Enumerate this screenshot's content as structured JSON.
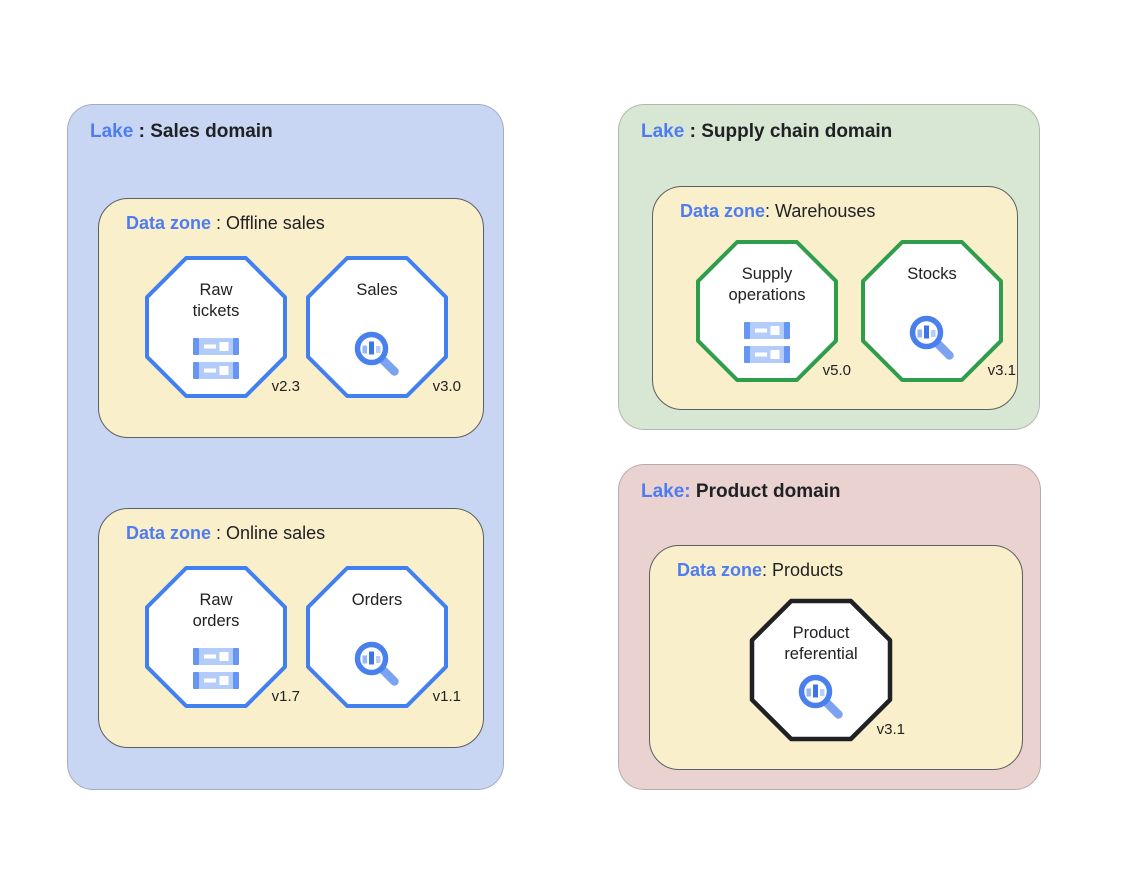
{
  "palette": {
    "accent_blue": "#4d7cf3",
    "text_dark": "#202124",
    "lake_blue_bg": "#c9d6f3",
    "lake_green_bg": "#d8e7d3",
    "lake_pink_bg": "#ead2d1",
    "zone_yellow_bg": "#faefcb",
    "zone_border": "#5c5f63",
    "octagon_blue": "#4280f0",
    "octagon_green": "#2f9e4c",
    "octagon_black": "#1f2125",
    "icon_light_blue": "#b3ccf9",
    "icon_mid_blue": "#6695f4",
    "icon_ring_blue": "#4a80ee",
    "icon_handle_blue": "#7ba3f2",
    "icon_bar_dark": "#3d74e8",
    "icon_bar_light": "#92b6f8",
    "icon_bar_lighter": "#b7cdfa"
  },
  "lakes": [
    {
      "title": {
        "prefix": "Lake",
        "sep": " : ",
        "domain": "Sales domain"
      },
      "zones": [
        {
          "title": {
            "prefix": "Data zone",
            "sep": " : ",
            "zone": "Offline sales"
          },
          "nodes": [
            {
              "line1": "Raw",
              "line2": "tickets",
              "version": "v2.3",
              "icon": "cloud-storage"
            },
            {
              "line1": "Sales",
              "line2": "",
              "version": "v3.0",
              "icon": "bigquery"
            }
          ]
        },
        {
          "title": {
            "prefix": "Data zone",
            "sep": " : ",
            "zone": "Online sales"
          },
          "nodes": [
            {
              "line1": "Raw",
              "line2": "orders",
              "version": "v1.7",
              "icon": "cloud-storage"
            },
            {
              "line1": "Orders",
              "line2": "",
              "version": "v1.1",
              "icon": "bigquery"
            }
          ]
        }
      ]
    },
    {
      "title": {
        "prefix": "Lake",
        "sep": " : ",
        "domain": "Supply chain domain"
      },
      "zones": [
        {
          "title": {
            "prefix": "Data zone",
            "sep": ": ",
            "zone": "Warehouses"
          },
          "nodes": [
            {
              "line1": "Supply",
              "line2": "operations",
              "version": "v5.0",
              "icon": "cloud-storage"
            },
            {
              "line1": "Stocks",
              "line2": "",
              "version": "v3.1",
              "icon": "bigquery"
            }
          ]
        }
      ]
    },
    {
      "title": {
        "prefix": "Lake:",
        "sep": " ",
        "domain": "Product domain"
      },
      "zones": [
        {
          "title": {
            "prefix": "Data zone",
            "sep": ": ",
            "zone": "Products"
          },
          "nodes": [
            {
              "line1": "Product",
              "line2": "referential",
              "version": "v3.1",
              "icon": "bigquery"
            }
          ]
        }
      ]
    }
  ]
}
